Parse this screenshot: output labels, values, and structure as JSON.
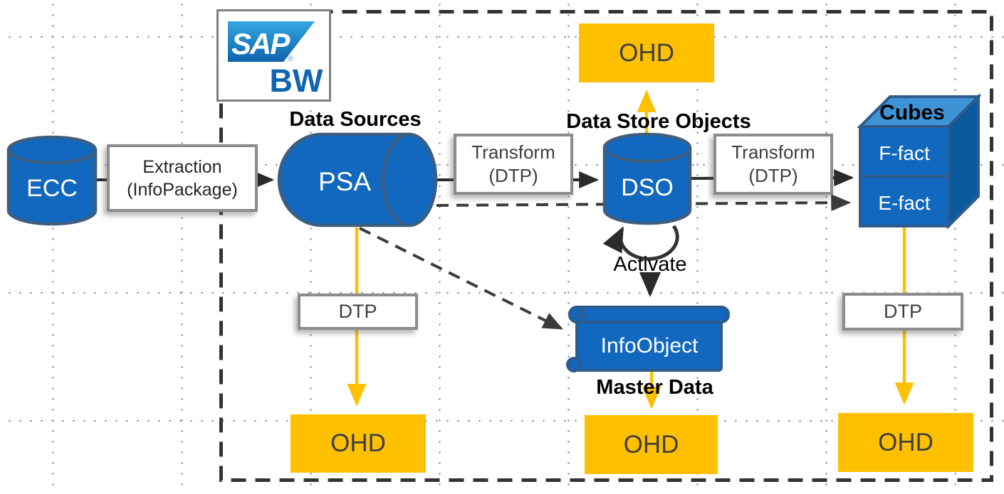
{
  "colors": {
    "node_blue": "#1168BE",
    "cube_top_blue": "#3E93D6",
    "cube_side_blue": "#0B5A9D",
    "node_stroke": "#3D5E80",
    "gold": "#FFC000",
    "box_border": "#8C8C8C",
    "dark_text": "#3F3F3F",
    "arrow_dark": "#2B2B2B",
    "sap_blue": "#1065B1"
  },
  "logo": {
    "brand": "SAP",
    "registered": "®",
    "product": "BW"
  },
  "titles": {
    "data_sources": "Data Sources",
    "data_store_objects": "Data Store Objects",
    "cubes": "Cubes",
    "master_data": "Master Data"
  },
  "nodes": {
    "ecc": {
      "label": "ECC"
    },
    "psa": {
      "label": "PSA"
    },
    "dso": {
      "label": "DSO"
    },
    "infoobject": {
      "label": "InfoObject"
    },
    "cube": {
      "f_fact": "F-fact",
      "e_fact": "E-fact"
    }
  },
  "process_boxes": {
    "extraction": {
      "line1": "Extraction",
      "line2": "(InfoPackage)"
    },
    "transform_psa_dso": {
      "line1": "Transform",
      "line2": "(DTP)"
    },
    "transform_dso_cube": {
      "line1": "Transform",
      "line2": "(DTP)"
    },
    "dtp_psa": {
      "label": "DTP"
    },
    "dtp_cube": {
      "label": "DTP"
    }
  },
  "ohd": {
    "top": "OHD",
    "left": "OHD",
    "middle": "OHD",
    "right": "OHD"
  },
  "annotations": {
    "activate": "Activate"
  }
}
